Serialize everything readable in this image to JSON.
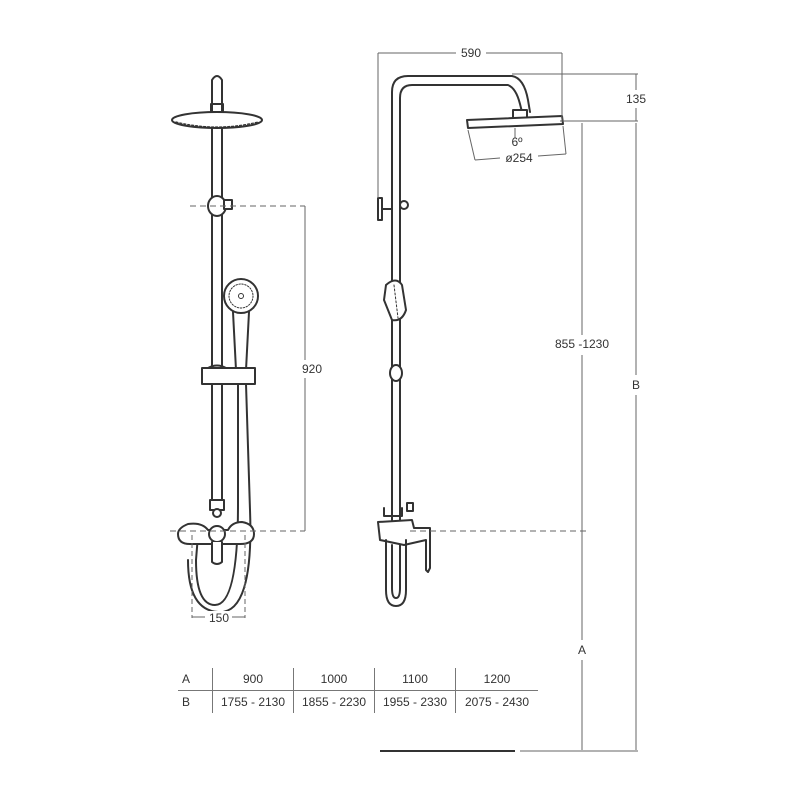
{
  "drawing": {
    "subject": "Shower column technical drawing",
    "front_view": {
      "height_dim": "920",
      "spacing_dim": "150"
    },
    "side_view": {
      "width_dim": "590",
      "head_offset_dim": "135",
      "tilt_angle": "6º",
      "head_diameter": "ø254",
      "adjust_range_dim": "855 -1230",
      "overall_label": "B",
      "floor_label": "A"
    }
  },
  "dimension_table": {
    "header_label": "A",
    "row_label": "B",
    "columns": [
      {
        "a": "900",
        "b": "1755 - 2130"
      },
      {
        "a": "1000",
        "b": "1855 - 2230"
      },
      {
        "a": "1100",
        "b": "1955 - 2330"
      },
      {
        "a": "1200",
        "b": "2075 - 2430"
      }
    ]
  },
  "colors": {
    "line": "#333333",
    "dim_line": "#666666",
    "background": "#ffffff"
  }
}
